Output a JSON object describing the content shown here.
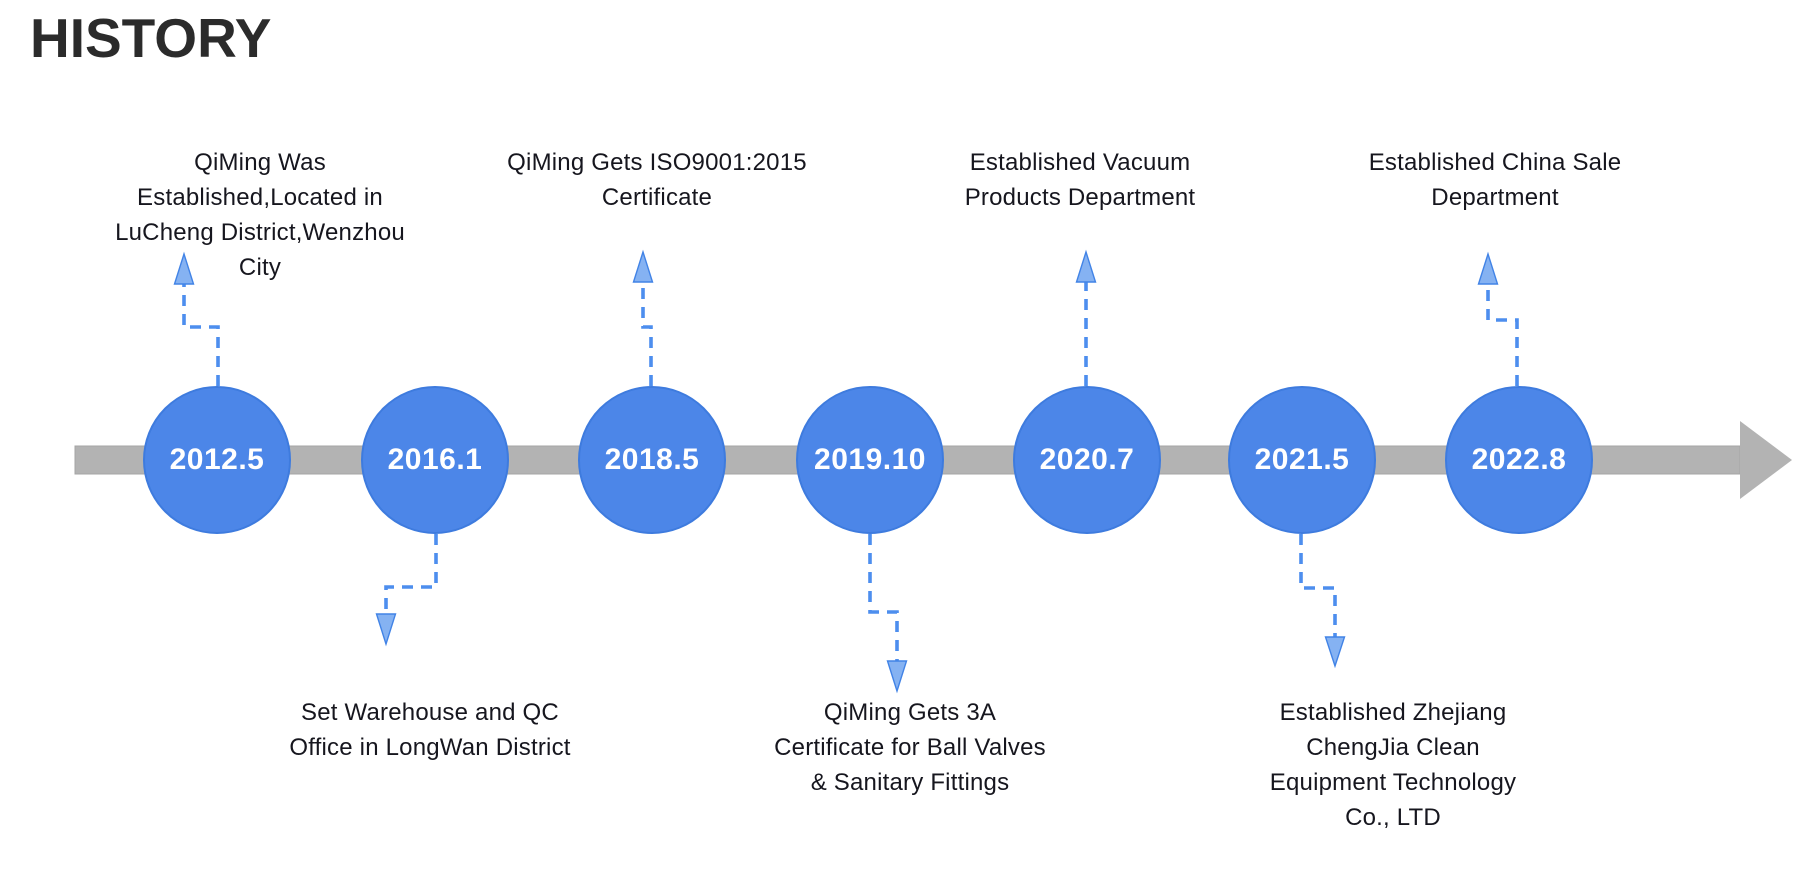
{
  "title": "HISTORY",
  "colors": {
    "title_text": "#2B2B2B",
    "label_text": "#16161E",
    "timeline_bar": "#B3B3B3",
    "circle_fill": "#4C86E8",
    "circle_border": "#3E7BDE",
    "connector": "#4D8EEE",
    "arrowhead_fill": "#85B2F2",
    "date_text": "#FFFFFF"
  },
  "timeline": {
    "milestones": [
      {
        "date": "2012.5",
        "side": "top",
        "label": "QiMing Was\nEstablished,Located in\nLuCheng District,Wenzhou\nCity"
      },
      {
        "date": "2016.1",
        "side": "bottom",
        "label": "Set Warehouse and QC\nOffice in LongWan District"
      },
      {
        "date": "2018.5",
        "side": "top",
        "label": "QiMing Gets ISO9001:2015\nCertificate"
      },
      {
        "date": "2019.10",
        "side": "bottom",
        "label": "QiMing Gets 3A\nCertificate for Ball Valves\n& Sanitary Fittings"
      },
      {
        "date": "2020.7",
        "side": "top",
        "label": "Established Vacuum\nProducts Department"
      },
      {
        "date": "2021.5",
        "side": "bottom",
        "label": "Established Zhejiang\nChengJia Clean\nEquipment Technology\nCo., LTD"
      },
      {
        "date": "2022.8",
        "side": "top",
        "label": "Established China Sale\nDepartment"
      }
    ]
  }
}
